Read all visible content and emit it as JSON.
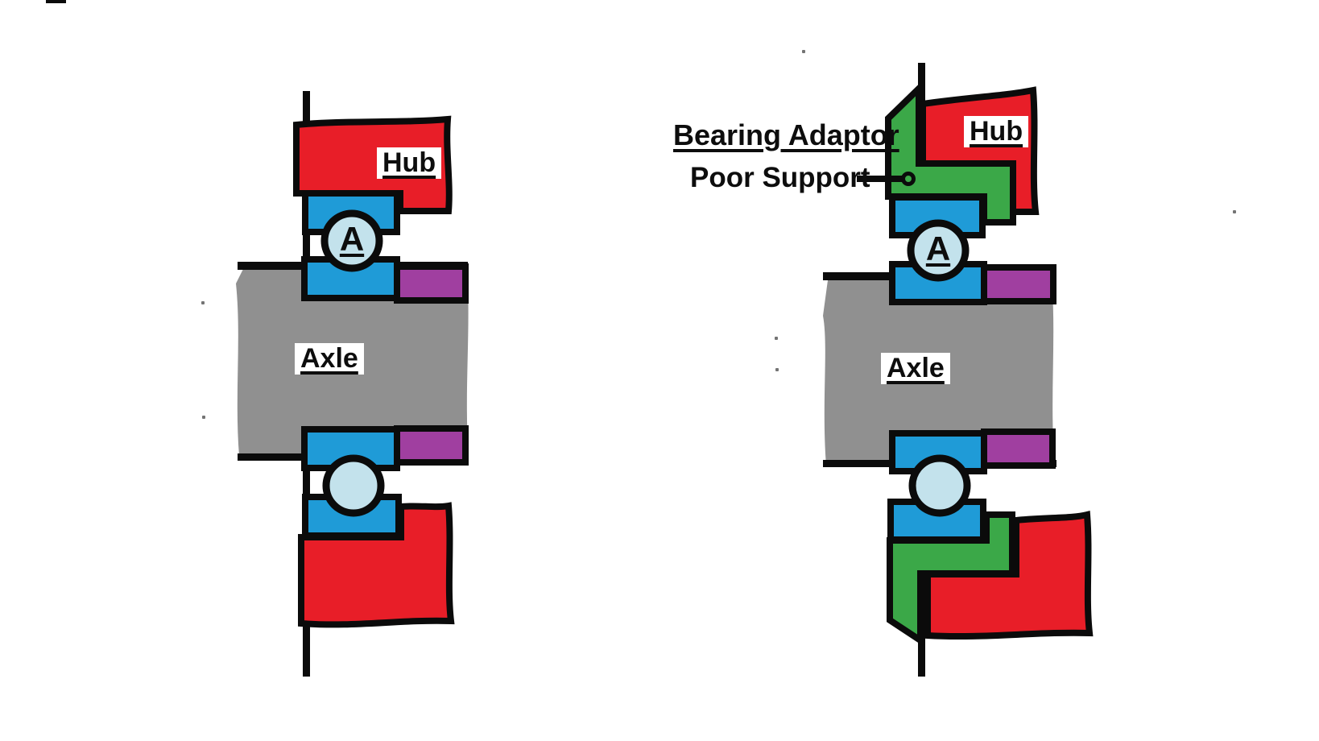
{
  "figure": {
    "type": "cross-section diagram",
    "description": "Comparison of wheel bearing mounting: left assembly without adaptor, right assembly using a bearing adaptor giving poor support"
  },
  "colors": {
    "hub_red": "#E81E28",
    "bearing_blue": "#1F9BD7",
    "ball_light_blue": "#C3E2EC",
    "seal_purple": "#A03FA0",
    "adaptor_green": "#3BA848",
    "axle_gray": "#909090",
    "line_black": "#0b0b0b"
  },
  "left_diagram": {
    "hub_label": "Hub",
    "axle_label": "Axle",
    "bearing_point_label": "A"
  },
  "right_diagram": {
    "hub_label": "Hub",
    "axle_label": "Axle",
    "bearing_point_label": "A",
    "adaptor_label": "Bearing Adaptor",
    "callout_label": "Poor Support"
  }
}
